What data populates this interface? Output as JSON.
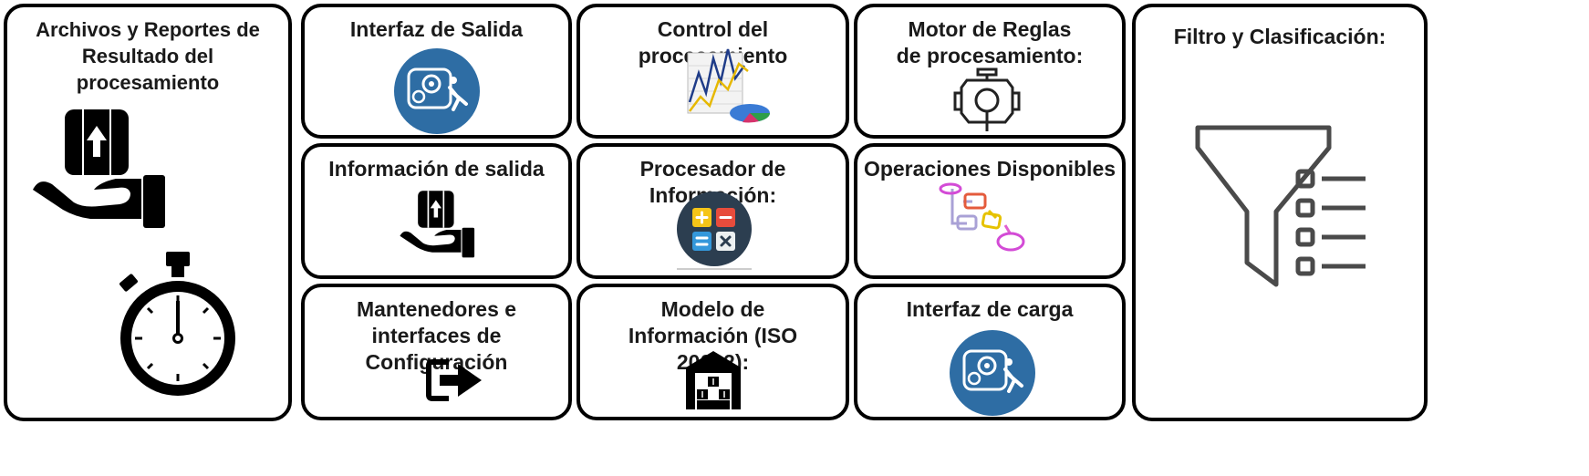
{
  "panels": {
    "archivos": {
      "title": "Archivos y Reportes de Resultado del procesamiento"
    },
    "interfaz_salida": {
      "title": "Interfaz de Salida"
    },
    "control": {
      "title": "Control del procesamiento"
    },
    "motor": {
      "title": "Motor de Reglas de procesamiento:"
    },
    "filtro": {
      "title": "Filtro y Clasificación:"
    },
    "info_salida": {
      "title": "Información de salida"
    },
    "procesador": {
      "title": "Procesador de Información:"
    },
    "operaciones": {
      "title": "Operaciones Disponibles"
    },
    "mantenedores": {
      "title": "Mantenedores e interfaces de Configuración"
    },
    "modelo": {
      "title": "Modelo de Información (ISO 20022):"
    },
    "interfaz_carga": {
      "title": "Interfaz de carga"
    }
  },
  "icons": {
    "archivos": [
      "hand-box-icon",
      "stopwatch-icon"
    ],
    "interfaz_salida": "gears-person-icon",
    "control": "chart-icon",
    "motor": "engine-icon",
    "filtro": "funnel-list-icon",
    "info_salida": "hand-box-icon",
    "procesador": "calculator-icon",
    "operaciones": "flowchart-icon",
    "mantenedores": "exit-icon",
    "modelo": "warehouse-icon",
    "interfaz_carga": "gears-person-icon"
  },
  "colors": {
    "border": "#000000",
    "circle_blue": "#2e6da4",
    "calc_bg": "#2c3e50",
    "calc_yellow": "#f5c518",
    "calc_red": "#e74c3c",
    "calc_blue": "#3498db",
    "calc_white": "#ecf0f1"
  }
}
